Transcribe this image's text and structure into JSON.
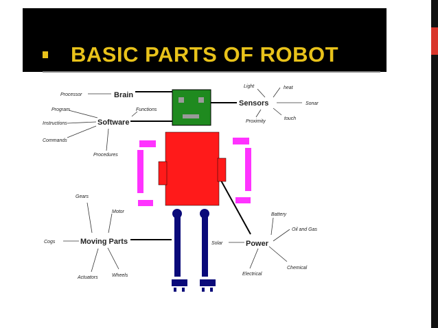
{
  "slide": {
    "title": "BASIC PARTS OF ROBOT",
    "accent_color": "#e8c21a",
    "header_color": "#000000"
  },
  "diagram": {
    "brain": {
      "label": "Brain",
      "parts": [
        "Processor"
      ]
    },
    "software": {
      "label": "Software",
      "parts": [
        "Program",
        "Instructions",
        "Commands",
        "Procedures",
        "Functions"
      ]
    },
    "sensors": {
      "label": "Sensors",
      "parts": [
        "Light",
        "heat",
        "Sonar",
        "touch",
        "Proximity"
      ]
    },
    "moving_parts": {
      "label": "Moving Parts",
      "parts": [
        "Gears",
        "Motor",
        "Cogs",
        "Actuators",
        "Wheels"
      ]
    },
    "power": {
      "label": "Power",
      "parts": [
        "Battery",
        "Oil and Gas",
        "Solar",
        "Electrical",
        "Chemical"
      ]
    },
    "colors": {
      "head": "#1f8a1f",
      "body": "#ff1a1a",
      "arms": "#ff33ff",
      "legs": "#0a0a7a",
      "face": "#9a9a9a"
    }
  }
}
